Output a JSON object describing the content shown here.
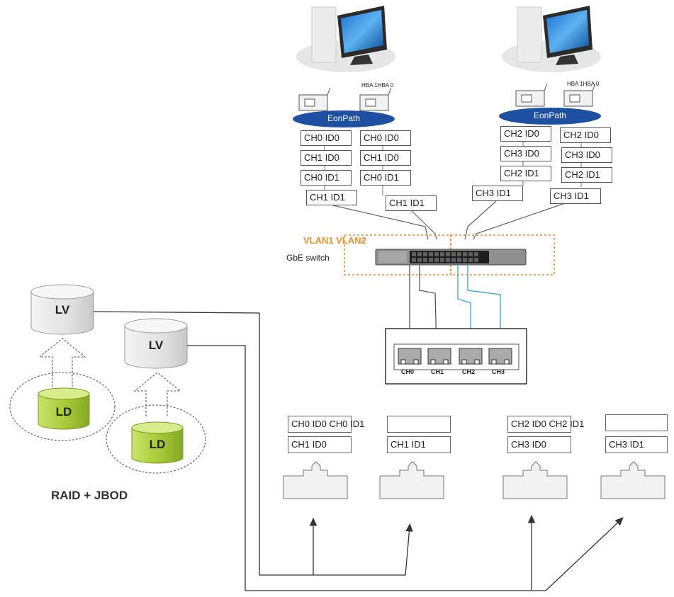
{
  "hosts": [
    {
      "hba_label": "HBA 1HBA 0",
      "eonpath_label": "EonPath",
      "paths": [
        "CH0 ID0",
        "CH1 ID0",
        "CH0 ID1",
        "CH1 ID1",
        "CH0 ID0",
        "CH1 ID0",
        "CH0 ID1",
        "CH1 ID1"
      ]
    },
    {
      "hba_label": "HBA 1HBA 0",
      "eonpath_label": "EonPath",
      "paths": [
        "CH2 ID0",
        "CH3 ID0",
        "CH2 ID1",
        "CH3 ID1",
        "CH2 ID0",
        "CH3 ID0",
        "CH2 ID1",
        "CH3 ID1"
      ]
    }
  ],
  "switch": {
    "vlan_label": "VLAN1 VLAN2",
    "label": "GbE switch"
  },
  "controller_ports": [
    "CH0",
    "CH1",
    "CH2",
    "CH3"
  ],
  "luns": [
    {
      "top": "CH0 ID0 CH0 ID1",
      "bottom": "CH1 ID0"
    },
    {
      "top": "",
      "bottom": "CH1 ID1"
    },
    {
      "top": "CH2 ID0 CH2 ID1",
      "bottom": "CH3 ID0"
    },
    {
      "top": "",
      "bottom": "CH3 ID1"
    }
  ],
  "volumes": [
    {
      "lv": "LV",
      "ld": "LD"
    },
    {
      "lv": "LV",
      "ld": "LD"
    }
  ],
  "raid_label": "RAID + JBOD",
  "colors": {
    "eonpath": "#1e4fa0",
    "vlan": "#e8912f",
    "vlan2_cable": "#3aa0c8",
    "ld_green": "#a9cc3a"
  }
}
